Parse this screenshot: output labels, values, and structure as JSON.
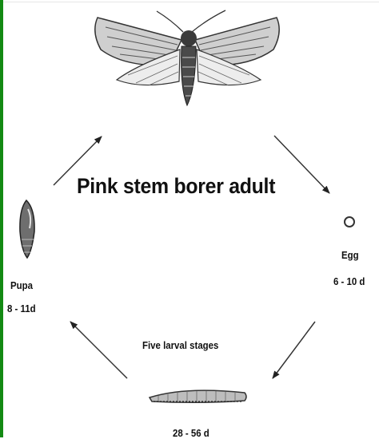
{
  "diagram": {
    "title": "Pink stem borer adult",
    "stages": {
      "egg": {
        "label": "Egg",
        "duration": "6 - 10 d"
      },
      "larva": {
        "label": "Five larval stages",
        "duration": "28 - 56 d"
      },
      "pupa": {
        "label": "Pupa",
        "duration": "8 - 11d"
      }
    }
  },
  "colors": {
    "frame_border": "#138a13",
    "ink": "#111111"
  },
  "icons": [
    "moth-illustration",
    "egg-icon",
    "larva-illustration",
    "pupa-illustration"
  ]
}
